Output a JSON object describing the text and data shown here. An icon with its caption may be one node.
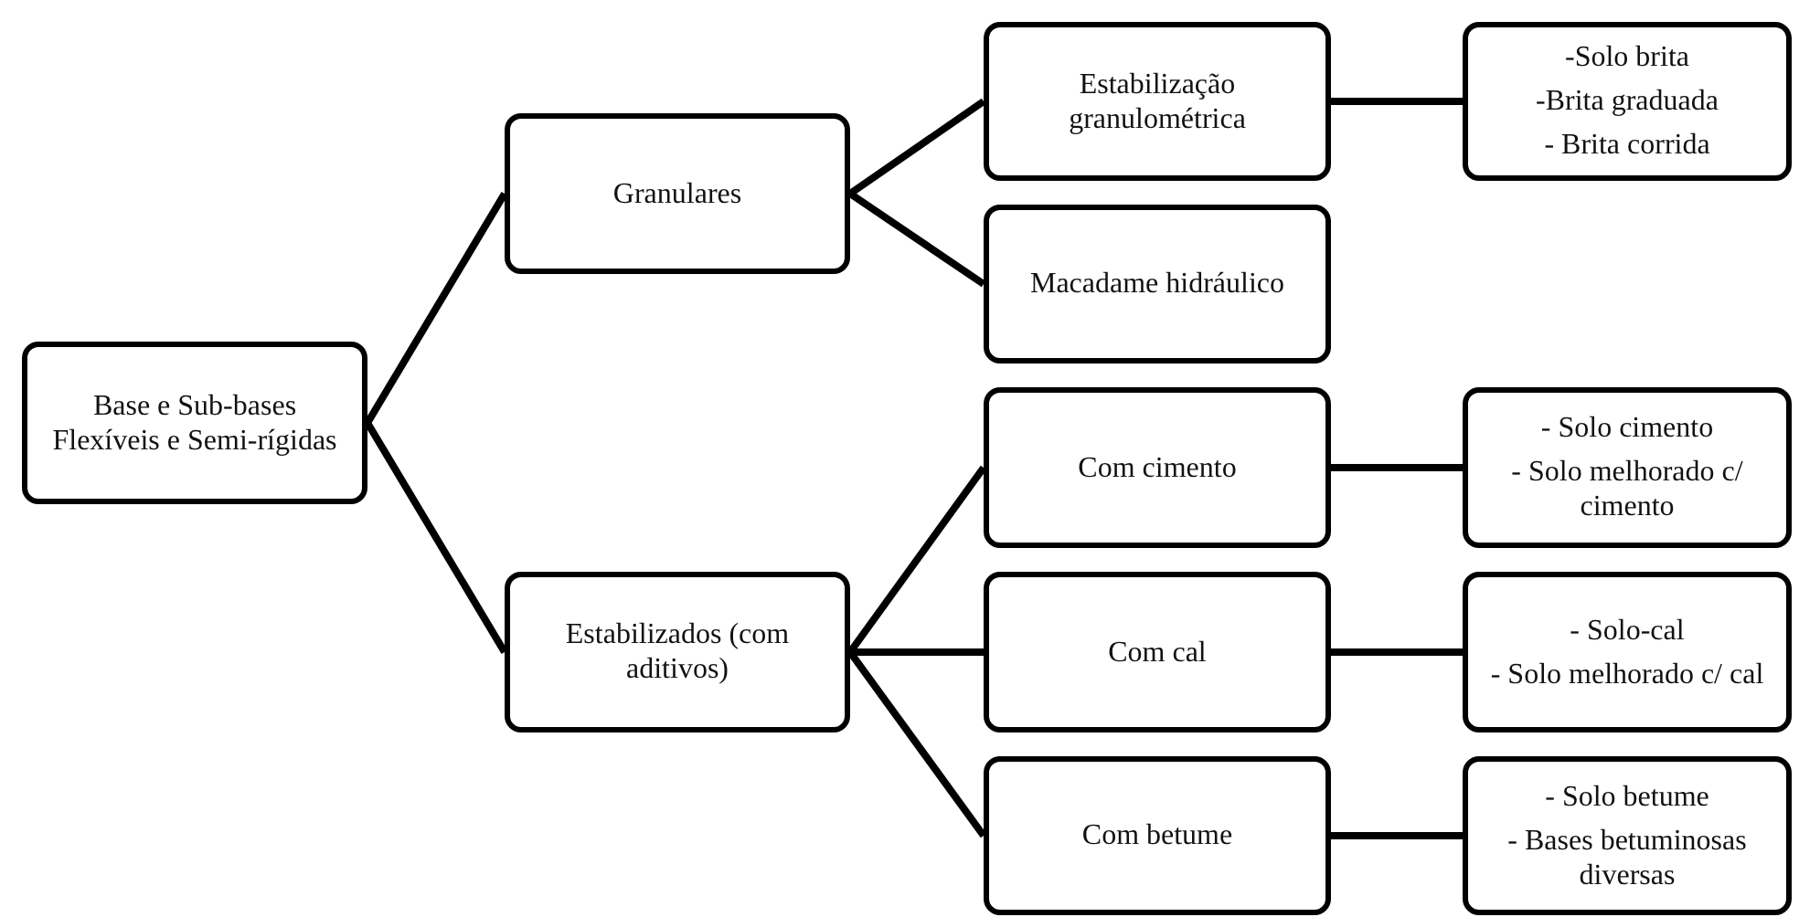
{
  "diagram": {
    "nodes": [
      {
        "text": [
          "Base e Sub-bases Flexíveis e Semi-rígidas"
        ]
      },
      {
        "text": [
          "Granulares"
        ]
      },
      {
        "text": [
          "Estabilizados (com aditivos)"
        ]
      },
      {
        "text": [
          "Estabilização granulométrica"
        ]
      },
      {
        "text": [
          "Macadame hidráulico"
        ]
      },
      {
        "text": [
          "Com cimento"
        ]
      },
      {
        "text": [
          "Com cal"
        ]
      },
      {
        "text": [
          "Com betume"
        ]
      },
      {
        "text": [
          "-Solo brita",
          "-Brita graduada",
          "- Brita corrida"
        ]
      },
      {
        "text": [
          "- Solo cimento",
          "- Solo melhorado c/ cimento"
        ]
      },
      {
        "text": [
          "- Solo-cal",
          "- Solo melhorado c/ cal"
        ]
      },
      {
        "text": [
          "- Solo betume",
          "- Bases betuminosas diversas"
        ]
      }
    ],
    "edges": [
      {
        "from": 0,
        "to": 1,
        "arrow": "none"
      },
      {
        "from": 0,
        "to": 2,
        "arrow": "none"
      },
      {
        "from": 1,
        "to": 3,
        "arrow": "none"
      },
      {
        "from": 1,
        "to": 4,
        "arrow": "none"
      },
      {
        "from": 2,
        "to": 5,
        "arrow": "none"
      },
      {
        "from": 2,
        "to": 6,
        "arrow": "none"
      },
      {
        "from": 2,
        "to": 7,
        "arrow": "none"
      },
      {
        "from": 3,
        "to": 8,
        "arrow": "none"
      },
      {
        "from": 5,
        "to": 9,
        "arrow": "none"
      },
      {
        "from": 6,
        "to": 10,
        "arrow": "none"
      },
      {
        "from": 7,
        "to": 11,
        "arrow": "none"
      }
    ]
  }
}
